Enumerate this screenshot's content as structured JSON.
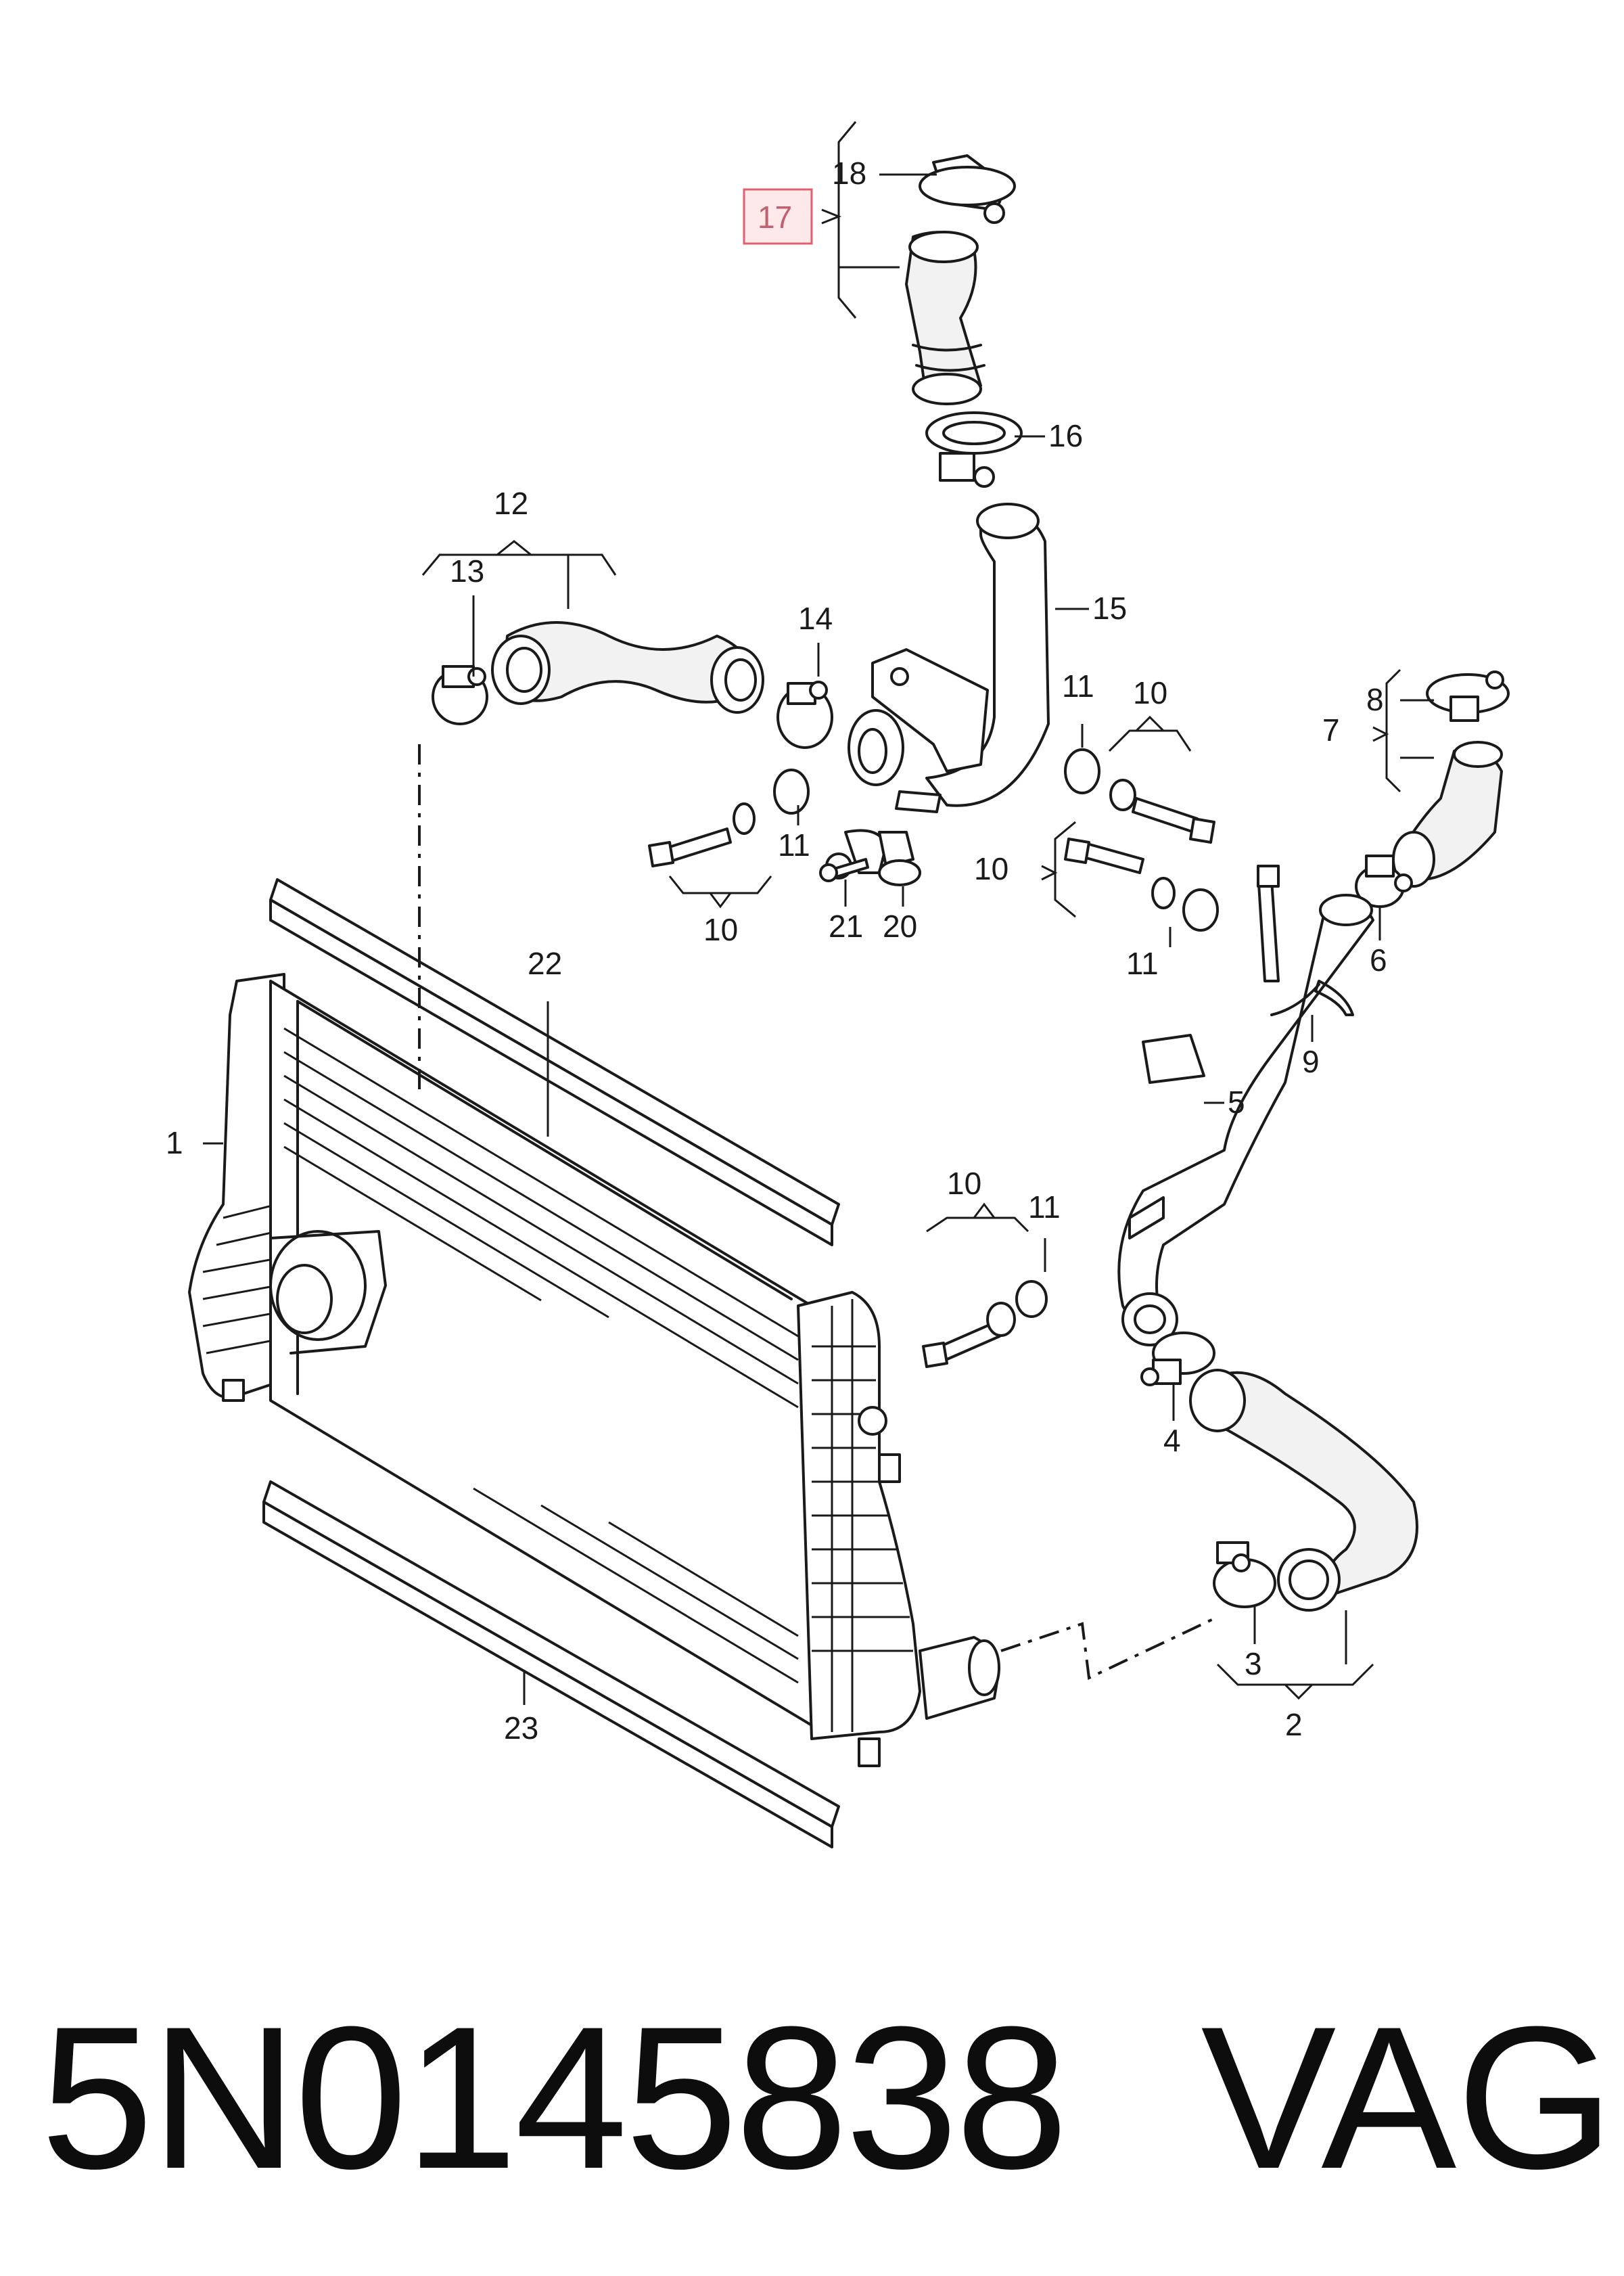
{
  "diagram": {
    "highlighted_callout": "17",
    "callouts": {
      "c1": "1",
      "c2": "2",
      "c3": "3",
      "c4": "4",
      "c5": "5",
      "c6": "6",
      "c7": "7",
      "c8": "8",
      "c9": "9",
      "c10a": "10",
      "c10b": "10",
      "c10c": "10",
      "c10d": "10",
      "c11a": "11",
      "c11b": "11",
      "c11c": "11",
      "c11d": "11",
      "c12": "12",
      "c13": "13",
      "c14": "14",
      "c15": "15",
      "c16": "16",
      "c18": "18",
      "c20": "20",
      "c21": "21",
      "c22": "22",
      "c23": "23"
    }
  },
  "caption": {
    "part_number": "5N0145838",
    "brand": "VAG"
  }
}
